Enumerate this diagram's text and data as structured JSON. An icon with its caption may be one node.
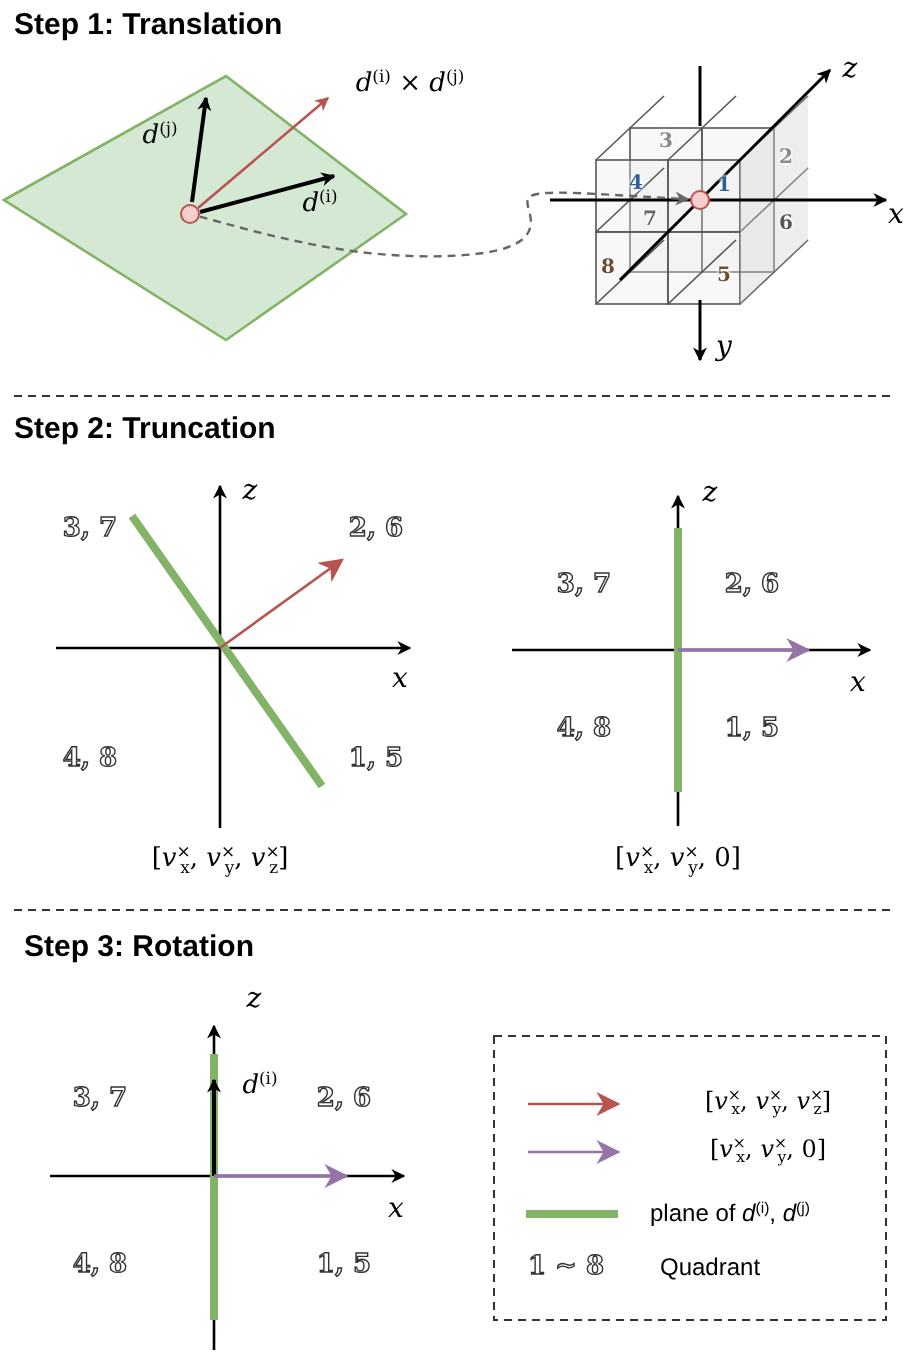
{
  "diagram": {
    "nodes": [
      {
        "text": [],
        "shape": "circle"
      },
      {
        "text": [],
        "shape": "circle"
      }
    ],
    "edges": [
      {
        "from": 0,
        "to": 1,
        "arrow": "to",
        "style": "dashed"
      }
    ],
    "labels": [
      "Step 1: Translation",
      "*d*$^{(i)}$ × *d*$^{(j)}$",
      "z",
      "*d*$^{(j)}$",
      "3",
      "2",
      "4",
      "1",
      "*d*$^{(i)}$",
      "7",
      "6",
      "x",
      "8",
      "5",
      "y",
      "Step 2: Truncation",
      "z",
      "z",
      "3, 7",
      "2, 6",
      "3, 7",
      "2, 6",
      "x",
      "x",
      "4, 8",
      "1, 5",
      "4, 8",
      "1, 5",
      "[*v*$^{×}$$_{x}$, *v*$^{×}$$_{y}$, *v*$^{×}$$_{z}$]",
      "[*v*$^{×}$$_{x}$, *v*$^{×}$$_{y}$, 0]",
      "Step 3: Rotation",
      "z",
      "3, 7",
      "*d*$^{(i)}$",
      "2, 6",
      "x",
      "4, 8",
      "1, 5",
      "1 ∼ 8"
    ],
    "legend": [
      {
        "text": "[*v*$^{×}$$_{x}$, *v*$^{×}$$_{y}$, *v*$^{×}$$_{z}$]"
      },
      {
        "text": "[*v*$^{×}$$_{x}$, *v*$^{×}$$_{y}$, 0]"
      },
      {
        "text": "plane of *d*$^{(i)}$, *d*$^{(j)}$"
      },
      {
        "text": "Quadrant"
      }
    ]
  }
}
